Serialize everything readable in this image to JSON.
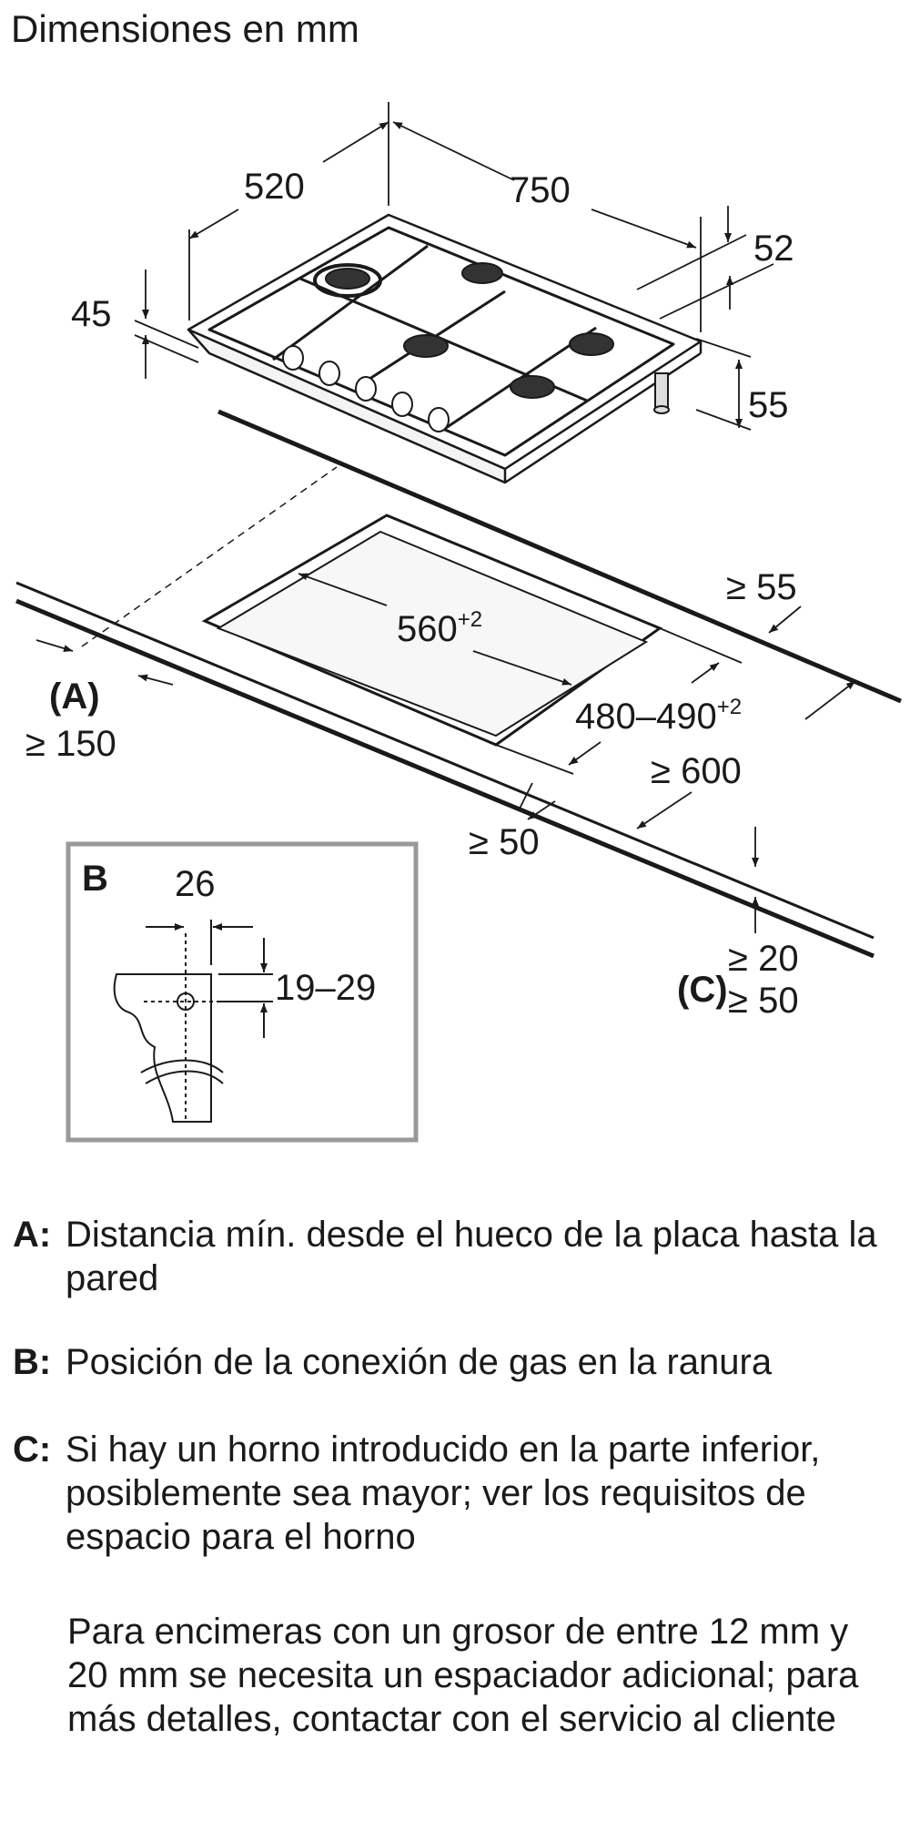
{
  "title": "Dimensiones en mm",
  "dimensions": {
    "depth": "520",
    "width": "750",
    "top_offset": "52",
    "frame_height": "45",
    "body_height": "55",
    "cutout_width": "560",
    "cutout_width_tol": "+2",
    "cutout_depth": "480–490",
    "cutout_depth_tol": "+2",
    "rear_clearance": "≥ 55",
    "worktop_depth": "≥ 600",
    "front_clearance": "≥ 50",
    "wall_label": "(A)",
    "wall_clearance": "≥ 150",
    "thickness_label": "(C)",
    "thickness_min": "≥ 20",
    "thickness_max": "≥ 50"
  },
  "detail_b": {
    "label": "B",
    "offset": "26",
    "height_range": "19–29"
  },
  "legend": [
    {
      "key": "A:",
      "text": "Distancia mín. desde el hueco de la placa hasta la pared"
    },
    {
      "key": "B:",
      "text": "Posición de la conexión de gas en la ranura"
    },
    {
      "key": "C:",
      "text": "Si hay un horno introducido en la parte inferior, posiblemente sea mayor; ver los requisitos de espacio para el horno"
    }
  ],
  "note": "Para encimeras con un grosor de entre 12 mm y 20 mm se necesita un espaciador adicional; para más detalles, contactar con el servicio al cliente",
  "colors": {
    "ink": "#1a1a1a",
    "frame": "#999999"
  }
}
